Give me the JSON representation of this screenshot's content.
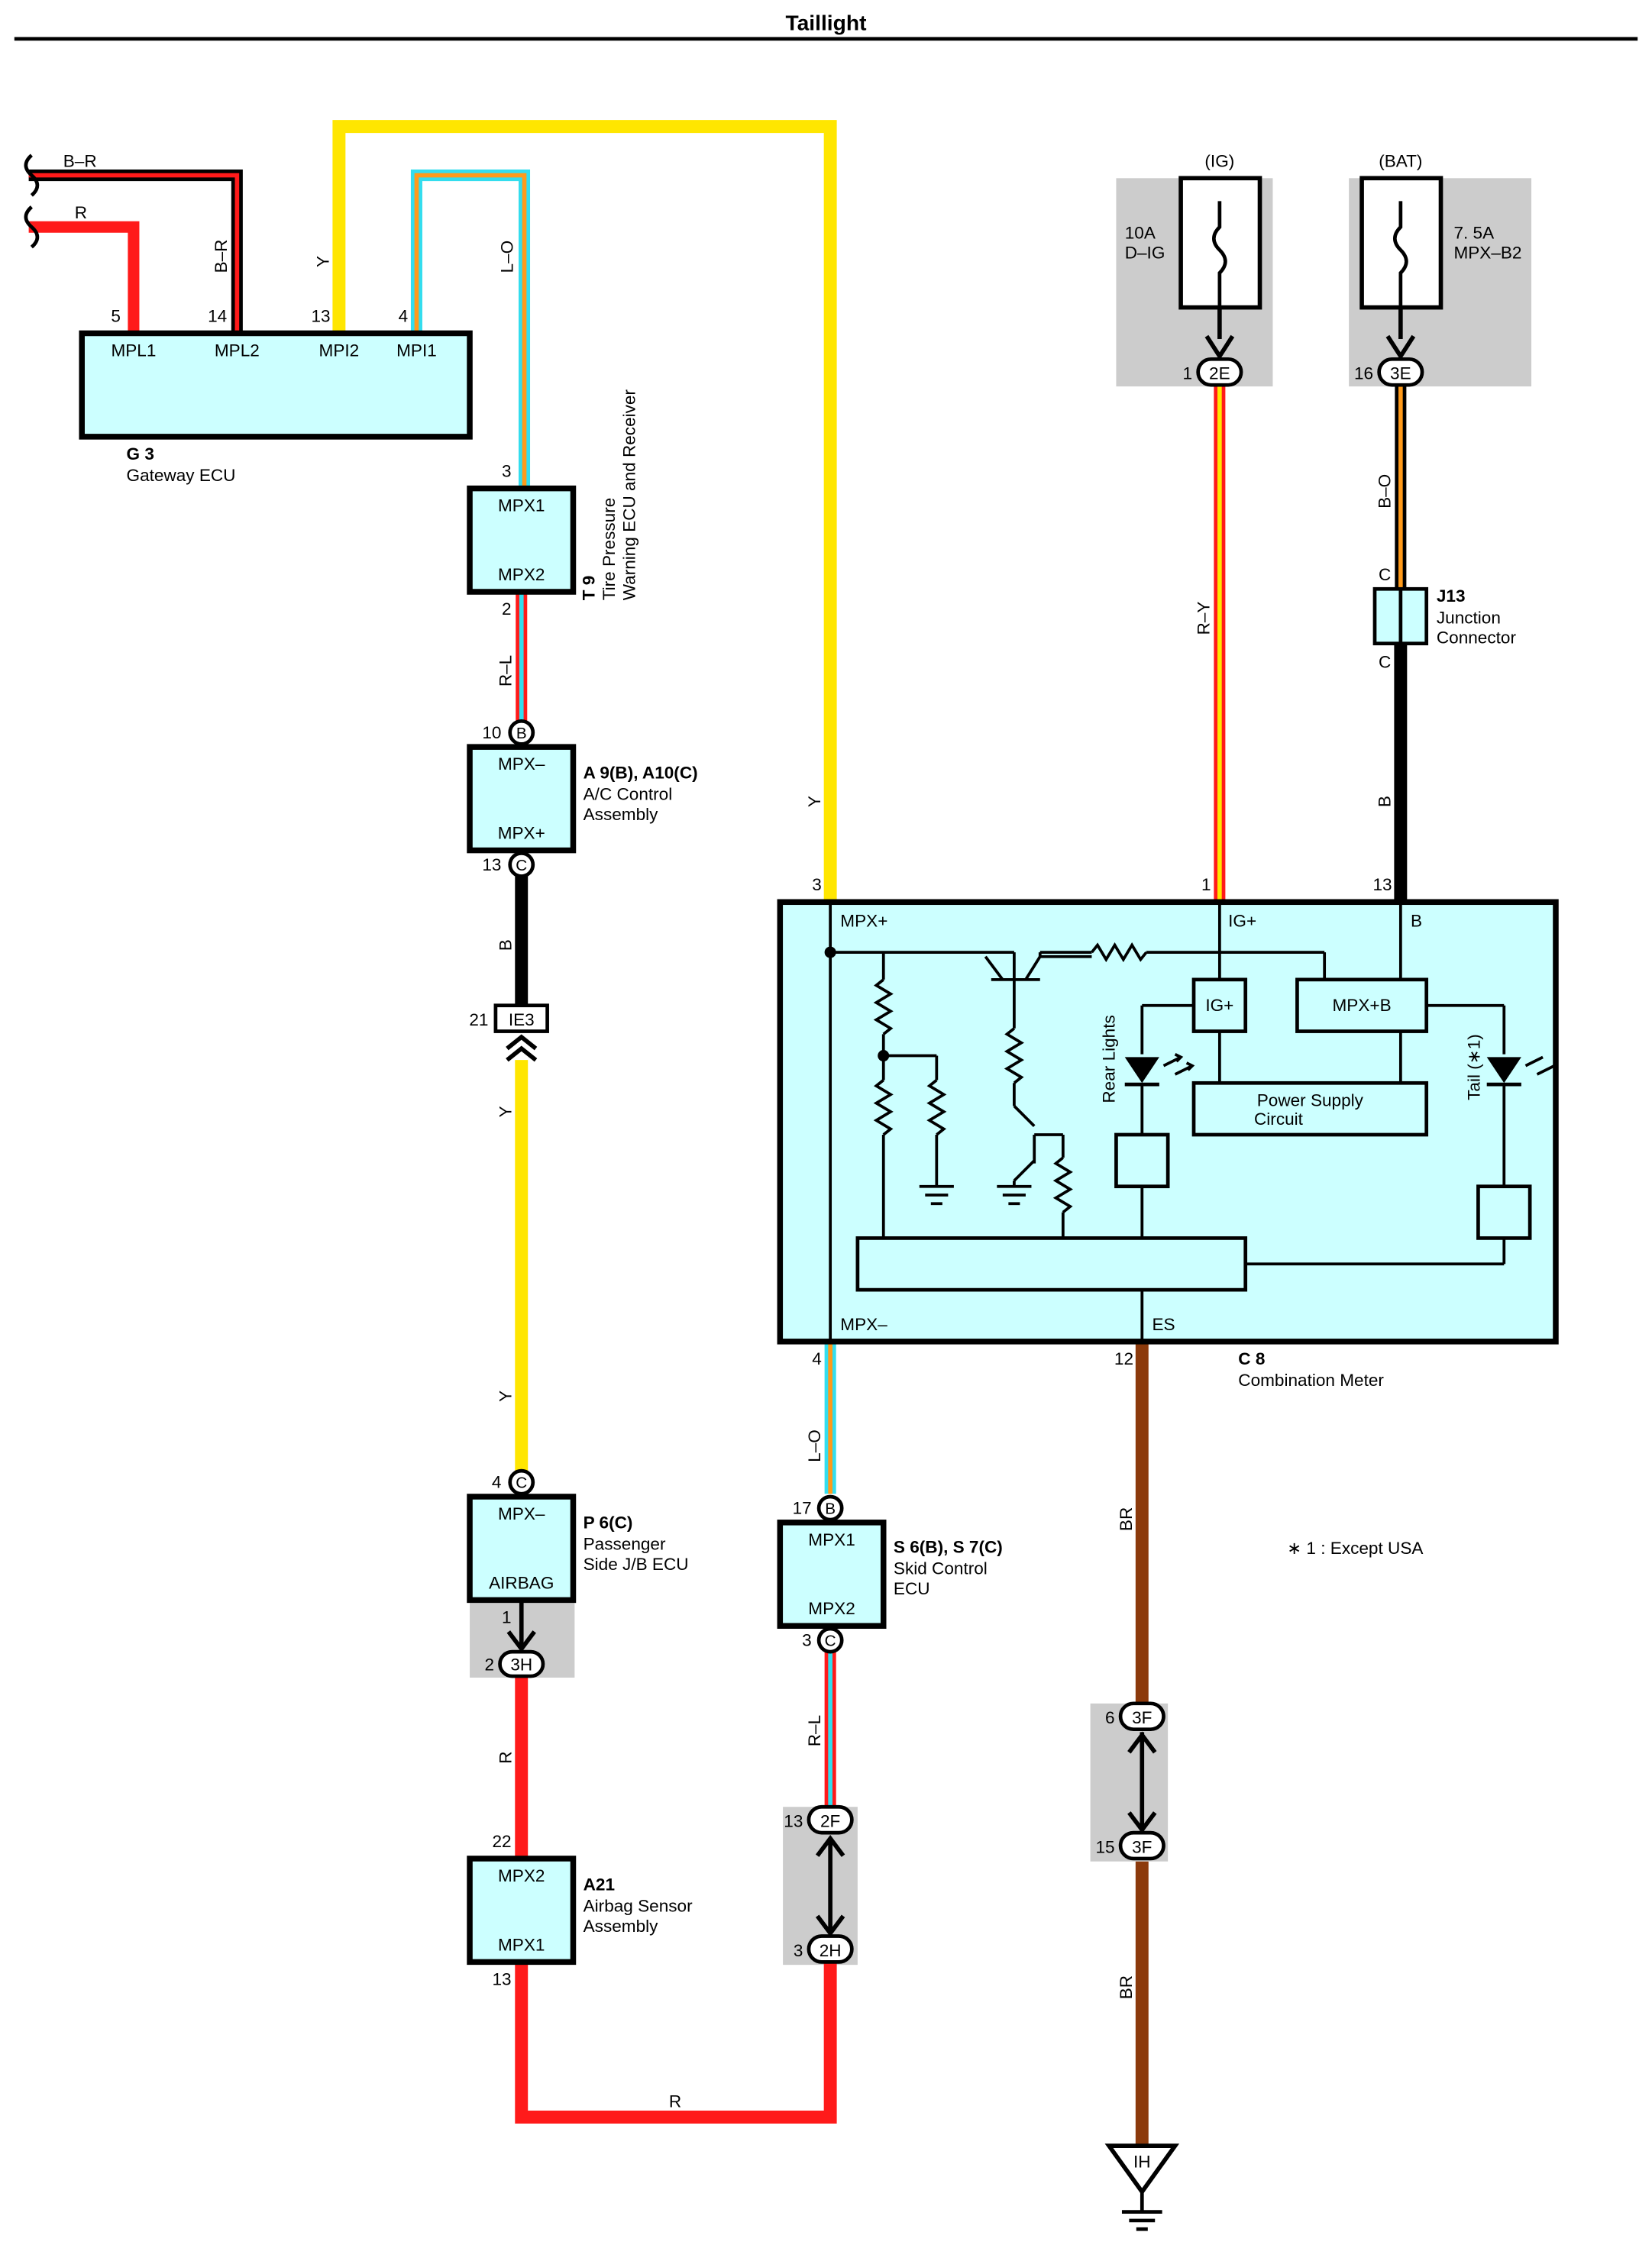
{
  "title": "Taillight",
  "colors": {
    "yellow": "#ffe600",
    "red": "#ff1a1a",
    "black": "#000000",
    "brown": "#8c3a0c",
    "cyan": "#33ddee",
    "orange": "#ff9a1a",
    "box_fill": "#ccffff",
    "gray": "#cccccc"
  },
  "components": {
    "g3": {
      "code": "G 3",
      "name": "Gateway ECU",
      "pins": [
        "MPL1",
        "MPL2",
        "MPI2",
        "MPI1"
      ],
      "pin_numbers": [
        "5",
        "14",
        "13",
        "4"
      ]
    },
    "t9": {
      "code": "T 9",
      "name_line1": "Tire Pressure",
      "name_line2": "Warning ECU and Receiver",
      "pins": [
        "MPX1",
        "MPX2"
      ],
      "pin_numbers": [
        "3",
        "2"
      ]
    },
    "a9": {
      "code": "A 9(B), A10(C)",
      "name_line1": "A/C Control",
      "name_line2": "Assembly",
      "pins": [
        "MPX–",
        "MPX+"
      ],
      "pin_numbers": [
        "10",
        "13"
      ],
      "connectors": [
        "B",
        "C"
      ]
    },
    "p6": {
      "code": "P 6(C)",
      "name_line1": "Passenger",
      "name_line2": "Side J/B ECU",
      "pins": [
        "MPX–",
        "AIRBAG"
      ],
      "pin_numbers": [
        "4",
        "1"
      ],
      "connectors": [
        "C"
      ]
    },
    "a21": {
      "code": "A21",
      "name_line1": "Airbag Sensor",
      "name_line2": "Assembly",
      "pins": [
        "MPX2",
        "MPX1"
      ],
      "pin_numbers": [
        "22",
        "13"
      ]
    },
    "s6": {
      "code": "S 6(B), S 7(C)",
      "name_line1": "Skid Control",
      "name_line2": "ECU",
      "pins": [
        "MPX1",
        "MPX2"
      ],
      "pin_numbers": [
        "17",
        "3"
      ],
      "connectors": [
        "B",
        "C"
      ]
    },
    "c8": {
      "code": "C 8",
      "name": "Combination Meter",
      "pins": [
        "MPX+",
        "IG+",
        "B",
        "MPX–",
        "ES"
      ],
      "pin_numbers": [
        "3",
        "1",
        "13",
        "4",
        "12"
      ],
      "inner_ig": "IG+",
      "inner_mpxb": "MPX+B",
      "power_line1": "Power Supply",
      "power_line2": "Circuit",
      "rear_lights": "Rear Lights",
      "tail": "Tail (∗1)"
    },
    "j13": {
      "code": "J13",
      "name_line1": "Junction",
      "name_line2": "Connector",
      "pin_top": "C",
      "pin_bottom": "C"
    }
  },
  "fuses": {
    "ig": {
      "source": "(IG)",
      "rating": "10A",
      "name": "D–IG",
      "pin": "1",
      "connector": "2E"
    },
    "bat": {
      "source": "(BAT)",
      "rating": "7. 5A",
      "name": "MPX–B2",
      "pin": "16",
      "connector": "3E"
    }
  },
  "wires": {
    "br_top": "B–R",
    "r_top": "R",
    "br_vertical": "B–R",
    "y_g3": "Y",
    "lo_g3": "L–O",
    "rl_t9": "R–L",
    "b_a9": "B",
    "y_left_1": "Y",
    "y_left_2": "Y",
    "r_p6": "R",
    "y_mid": "Y",
    "lo_s6": "L–O",
    "rl_s6": "R–L",
    "r_bottom": "R",
    "ry": "R–Y",
    "bo": "B–O",
    "b_j13": "B",
    "br_1": "BR",
    "br_2": "BR"
  },
  "connectors": {
    "ie3": {
      "label": "IE3",
      "pin": "21"
    },
    "h3": {
      "label": "3H",
      "pin": "2"
    },
    "f2": {
      "label": "2F",
      "pin": "13"
    },
    "h2": {
      "label": "2H",
      "pin": "3"
    },
    "f3a": {
      "label": "3F",
      "pin": "6"
    },
    "f3b": {
      "label": "3F",
      "pin": "15"
    },
    "ground": {
      "label": "IH"
    }
  },
  "note": "∗ 1 : Except USA"
}
